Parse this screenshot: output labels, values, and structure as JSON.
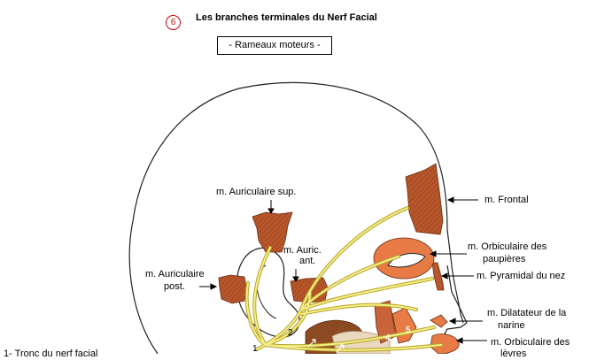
{
  "header": {
    "title": "Les branches terminales du Nerf Facial",
    "number": "6",
    "subtitle": "- Rameaux moteurs -"
  },
  "labels": {
    "auriculaire_sup": "m. Auriculaire sup.",
    "auric_ant_1": "m. Auric.",
    "auric_ant_2": "ant.",
    "auriculaire_post_1": "m. Auriculaire",
    "auriculaire_post_2": "post.",
    "frontal": "m. Frontal",
    "orbiculaire_paup_1": "m. Orbiculaire des",
    "orbiculaire_paup_2": "paupières",
    "pyramidal": "m. Pyramidal du nez",
    "dilatateur_1": "m. Dilatateur de la",
    "dilatateur_2": "narine",
    "orbiculaire_levres_1": "m. Orbiculaire des",
    "orbiculaire_levres_2": "lèvres",
    "legend_1": "1- Tronc du nerf facial"
  },
  "numbers": {
    "n1": "1",
    "n2": "2",
    "n4": "4",
    "n5": "5"
  },
  "colors": {
    "muscle": "#b8562b",
    "muscle_light": "#e87a45",
    "nerve": "#f2ef8c",
    "nerve_stroke": "#b9a21f",
    "outline": "#222222",
    "title_accent": "#cc0000"
  }
}
